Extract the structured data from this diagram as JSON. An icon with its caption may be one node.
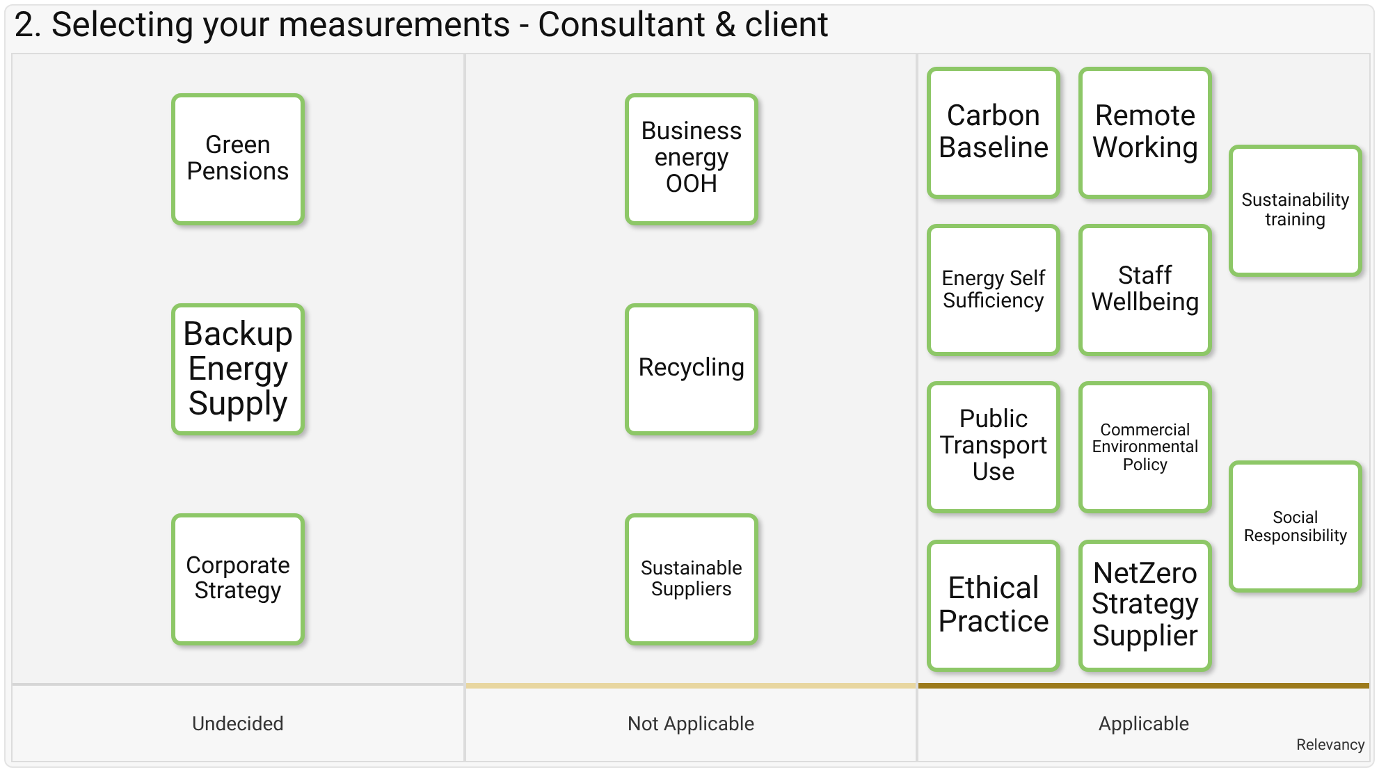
{
  "diagram": {
    "title": "2. Selecting your measurements - Consultant & client",
    "nodes": [
      {
        "text": [
          "Undecided"
        ]
      },
      {
        "text": [
          "Green Pensions"
        ],
        "in": 0
      },
      {
        "text": [
          "Backup Energy Supply"
        ],
        "in": 0
      },
      {
        "text": [
          "Corporate Strategy"
        ],
        "in": 0
      },
      {
        "text": [
          "Not Applicable"
        ]
      },
      {
        "text": [
          "Business energy OOH"
        ],
        "in": 4
      },
      {
        "text": [
          "Recycling"
        ],
        "in": 4
      },
      {
        "text": [
          "Sustainable Suppliers"
        ],
        "in": 4
      },
      {
        "text": [
          "Applicable"
        ]
      },
      {
        "text": [
          "Carbon Baseline"
        ],
        "in": 8
      },
      {
        "text": [
          "Remote Working"
        ],
        "in": 8
      },
      {
        "text": [
          "Sustainability training"
        ],
        "in": 8
      },
      {
        "text": [
          "Energy Self Sufficiency"
        ],
        "in": 8
      },
      {
        "text": [
          "Staff Wellbeing"
        ],
        "in": 8
      },
      {
        "text": [
          "Public Transport Use"
        ],
        "in": 8
      },
      {
        "text": [
          "Commercial Environmental Policy"
        ],
        "in": 8
      },
      {
        "text": [
          "Social Responsibility"
        ],
        "in": 8
      },
      {
        "text": [
          "Ethical Practice"
        ],
        "in": 8
      },
      {
        "text": [
          "NetZero Strategy Supplier"
        ],
        "in": 8
      }
    ],
    "labels": [
      "Relevancy"
    ]
  }
}
